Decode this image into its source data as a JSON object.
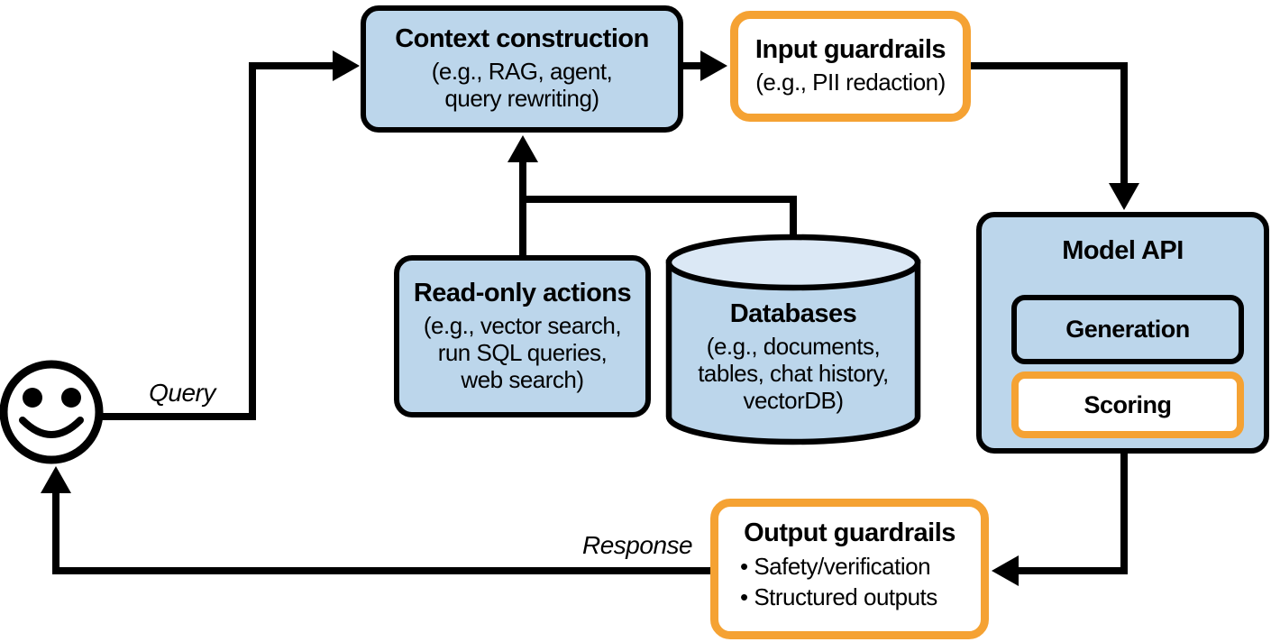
{
  "colors": {
    "node_fill": "#BCD6EB",
    "cylinder_top_fill": "#DBE8F5",
    "guardrail_border": "#F5A233",
    "line_color": "#000000",
    "text_color": "#000000"
  },
  "labels": {
    "query": "Query",
    "response": "Response"
  },
  "nodes": {
    "context_construction": {
      "title": "Context construction",
      "subtitle_lines": [
        "(e.g., RAG, agent,",
        "query rewriting)"
      ]
    },
    "input_guardrails": {
      "title": "Input guardrails",
      "subtitle_lines": [
        "(e.g., PII redaction)"
      ]
    },
    "model_api": {
      "title": "Model API",
      "generation_label": "Generation",
      "scoring_label": "Scoring"
    },
    "read_only_actions": {
      "title": "Read-only actions",
      "subtitle_lines": [
        "(e.g., vector search,",
        "run SQL queries,",
        "web search)"
      ]
    },
    "databases": {
      "title": "Databases",
      "subtitle_lines": [
        "(e.g., documents,",
        "tables, chat history,",
        "vectorDB)"
      ]
    },
    "output_guardrails": {
      "title": "Output guardrails",
      "bullets": [
        "• Safety/verification",
        "• Structured outputs"
      ]
    }
  }
}
